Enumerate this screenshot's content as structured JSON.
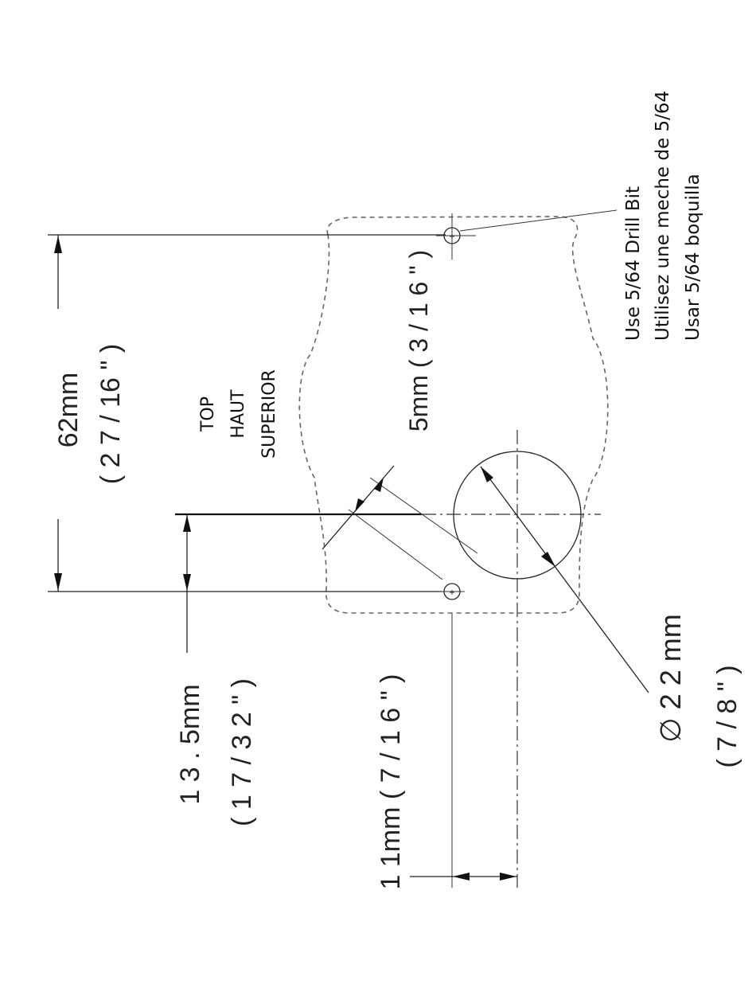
{
  "dimensions": {
    "d62_mm": "62mm",
    "d62_in": "( 2  7 / 16 \" )",
    "d135_mm": "1 3 . 5mm",
    "d135_in": "( 1 7 / 3 2 \" )",
    "d11": "1 1mm  ( 7 / 1 6 \" )",
    "d5": "5mm ( 3 / 1 6 \" )",
    "d22_mm": "∅ 2 2 mm",
    "d22_in": "( 7 / 8 \" )"
  },
  "orientation_labels": [
    "TOP",
    "HAUT",
    "SUPERIOR"
  ],
  "drill_note": [
    "Use 5/64 Drill Bit",
    "Utilisez une meche de 5/64",
    "Usar 5/64 boquilla"
  ]
}
